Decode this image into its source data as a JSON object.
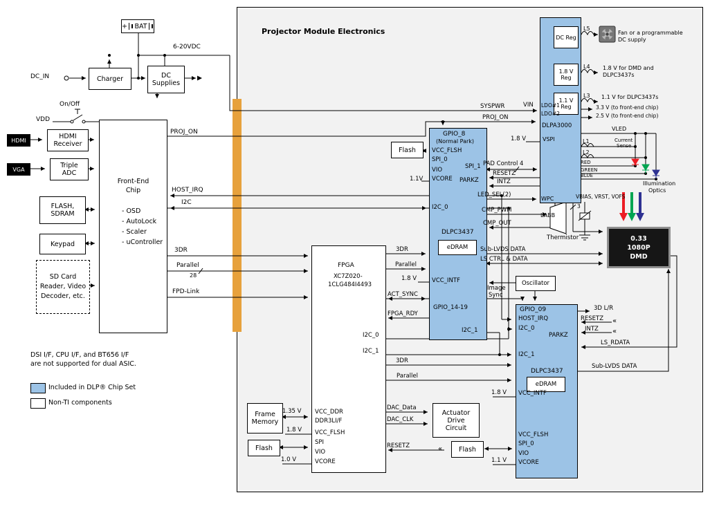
{
  "colors": {
    "chipset_blue": "#9CC3E6",
    "orange_bus": "#E7A13C",
    "panel_bg": "#F2F2F2",
    "led_red": "#EC1C24",
    "led_green": "#00A551",
    "led_blue": "#2E3192"
  },
  "main_title": "Projector Module Electronics",
  "outer": {
    "bat_plus": "+",
    "bat": "BAT",
    "vdc": "6-20VDC",
    "dc_in": "DC_IN",
    "charger": "Charger",
    "dc_supplies": "DC Supplies",
    "on_off": "On/Off",
    "vdd": "VDD",
    "hdmi": "HDMI",
    "hdmi_receiver": "HDMI Receiver",
    "vga": "VGA",
    "triple_adc": "Triple ADC",
    "frontend": {
      "title": "Front-End Chip",
      "items": [
        "- OSD",
        "- AutoLock",
        "- Scaler",
        "- uController"
      ]
    },
    "flash_sdram": "FLASH, SDRAM",
    "keypad": "Keypad",
    "sd_card": "SD Card Reader, Video Decoder, etc.",
    "note1": "DSI I/F, CPU I/F, and BT656 I/F",
    "note2": "are not supported for dual ASIC.",
    "legend_chipset": "Included in DLP® Chip Set",
    "legend_nonti": "Non-TI components",
    "sig_proj_on": "PROJ_ON",
    "sig_host_irq": "HOST_IRQ",
    "sig_i2c": "I2C",
    "sig_3dr": "3DR",
    "sig_parallel": "Parallel",
    "bus_28": "28",
    "sig_fpd": "FPD-Link"
  },
  "fpga": {
    "name": "FPGA",
    "part_line1": "XC7Z020-",
    "part_line2": "1CLG484I4493",
    "pin_vcc_ddr": "VCC_DDR",
    "pin_ddr3l": "DDR3LI/F",
    "pin_vcc_flsh": "VCC_FLSH",
    "pin_spi": "SPI",
    "pin_vio": "VIO",
    "pin_vcore": "VCORE",
    "v_135": "1.35 V",
    "v_18": "1.8 V",
    "v_10": "1.0 V",
    "frame_memory": "Frame Memory",
    "flash": "Flash"
  },
  "fpga_wires": {
    "tdr_top": "3DR",
    "parallel_top": "Parallel",
    "act_sync": "ACT_SYNC",
    "fpga_rdy": "FPGA_RDY",
    "i2c_0": "I2C_0",
    "i2c_1": "I2C_1",
    "tdr_bot": "3DR",
    "parallel_bot": "Parallel",
    "dac_data": "DAC_Data",
    "dac_clk": "DAC_CLK",
    "resetz": "RESETZ"
  },
  "dlpc1": {
    "gpio": "GPIO_8",
    "park": "(Normal Park)",
    "name": "DLPC3437",
    "edram": "eDRAM",
    "flash": "Flash",
    "pin_vcc_flsh": "VCC_FLSH",
    "pin_spi0": "SPI_0",
    "pin_vio": "VIO",
    "pin_vcore": "VCORE",
    "pin_i2c0": "I2C_0",
    "pin_vcc_intf": "VCC_INTF",
    "pin_gpio1419": "GPIO_14-19",
    "pin_i2c1": "I2C_1",
    "pin_spi1": "SPI_1",
    "pin_parkz": "PARKZ",
    "v_11": "1.1V",
    "v_18": "1.8 V"
  },
  "link": {
    "pad_control": "PAD Control",
    "pad_n": "4",
    "resetz": "RESETZ",
    "intz": "INTZ",
    "led_sel": "LED_SEL(2)",
    "cmp_pwm": "CMP_PWM",
    "cmp_out": "CMP_OUT",
    "image_sync1": "Image",
    "image_sync2": "Sync",
    "sub_lvds": "Sub-LVDS DATA",
    "ls_ctrl": "LS CTRL & DATA",
    "oscillator": "Oscillator"
  },
  "dlpa": {
    "name": "DLPA3000",
    "vin": "VIN",
    "syspwr": "SYSPWR",
    "proj_on": "PROJ_ON",
    "v18": "1.8 V",
    "vspi": "VSPI",
    "ldo1": "LDO#1",
    "ldo2": "LDO#2",
    "dc_reg": "DC Reg",
    "reg18": "1.8 V Reg",
    "reg11": "1.1 V Reg",
    "l1": "L1",
    "l2": "L2",
    "l3": "L3",
    "l4": "L4",
    "l5": "L5",
    "wpc": "WPC",
    "labb": "LABB",
    "thermistor": "Thermistor",
    "vled": "VLED",
    "cs1": "Current",
    "cs2": "Sense",
    "red": "RED",
    "green": "GREEN",
    "blue": "BLUE",
    "vbias": "VBIAS, VRST, VOFS",
    "vbias_n": "3"
  },
  "outputs": {
    "fan1": "Fan or a programmable",
    "fan2": "DC supply",
    "o18": "1.8 V for DMD and",
    "o18b": "DLPC3437s",
    "o11": "1.1 V for DLPC3437s",
    "o33": "3.3 V (to front-end chip)",
    "o25": "2.5 V (to front-end chip)",
    "illum1": "Illumination",
    "illum2": "Optics"
  },
  "dmd": {
    "l1": "0.33",
    "l2": "1080P",
    "l3": "DMD"
  },
  "dlpc2": {
    "gpio": "GPIO_09",
    "name": "DLPC3437",
    "edram": "eDRAM",
    "flash": "Flash",
    "pin_host_irq": "HOST_IRQ",
    "pin_i2c0": "I2C_0",
    "pin_parkz": "PARKZ",
    "pin_i2c1": "I2C_1",
    "pin_vcc_intf": "VCC_INTF",
    "pin_vcc_flsh": "VCC_FLSH",
    "pin_spi0": "SPI_0",
    "pin_vio": "VIO",
    "pin_vcore": "VCORE",
    "v18": "1.8 V",
    "v11": "1.1 V",
    "w_3dlr": "3D L/R",
    "w_resetz": "RESETZ",
    "w_intz": "INTZ",
    "w_lsrdata": "LS_RDATA",
    "w_sublvds": "Sub-LVDS DATA"
  },
  "actuator": {
    "l1": "Actuator",
    "l2": "Drive",
    "l3": "Circuit"
  },
  "misc": {
    "chev": "«"
  }
}
